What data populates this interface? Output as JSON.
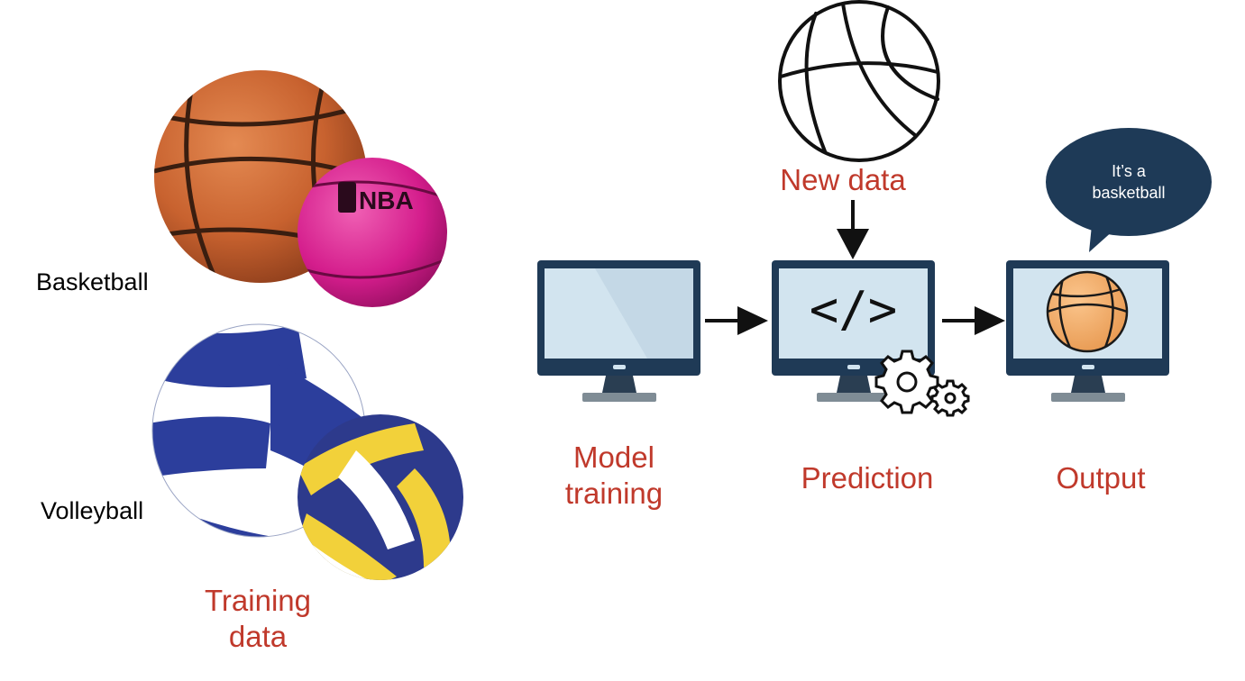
{
  "colors": {
    "label_red": "#c0392b",
    "monitor_frame": "#1f3a56",
    "monitor_screen": "#d2e4ef",
    "bubble_fill": "#1e3a57",
    "arrow": "#111111"
  },
  "training": {
    "basketball_label": "Basketball",
    "volleyball_label": "Volleyball",
    "caption_line1": "Training",
    "caption_line2": "data"
  },
  "pipeline": {
    "new_data_label": "New data",
    "model_training_line1": "Model",
    "model_training_line2": "training",
    "prediction_label": "Prediction",
    "output_label": "Output",
    "code_symbol": "</>",
    "speech_line1": "It’s a",
    "speech_line2": "basketball"
  },
  "icons": [
    "basketball-photo",
    "nba-ball-photo",
    "volleyball-photo",
    "basketball-outline-icon",
    "monitor-icon",
    "code-icon",
    "gear-icon",
    "speech-bubble-icon",
    "arrow-right-icon",
    "arrow-down-icon"
  ]
}
